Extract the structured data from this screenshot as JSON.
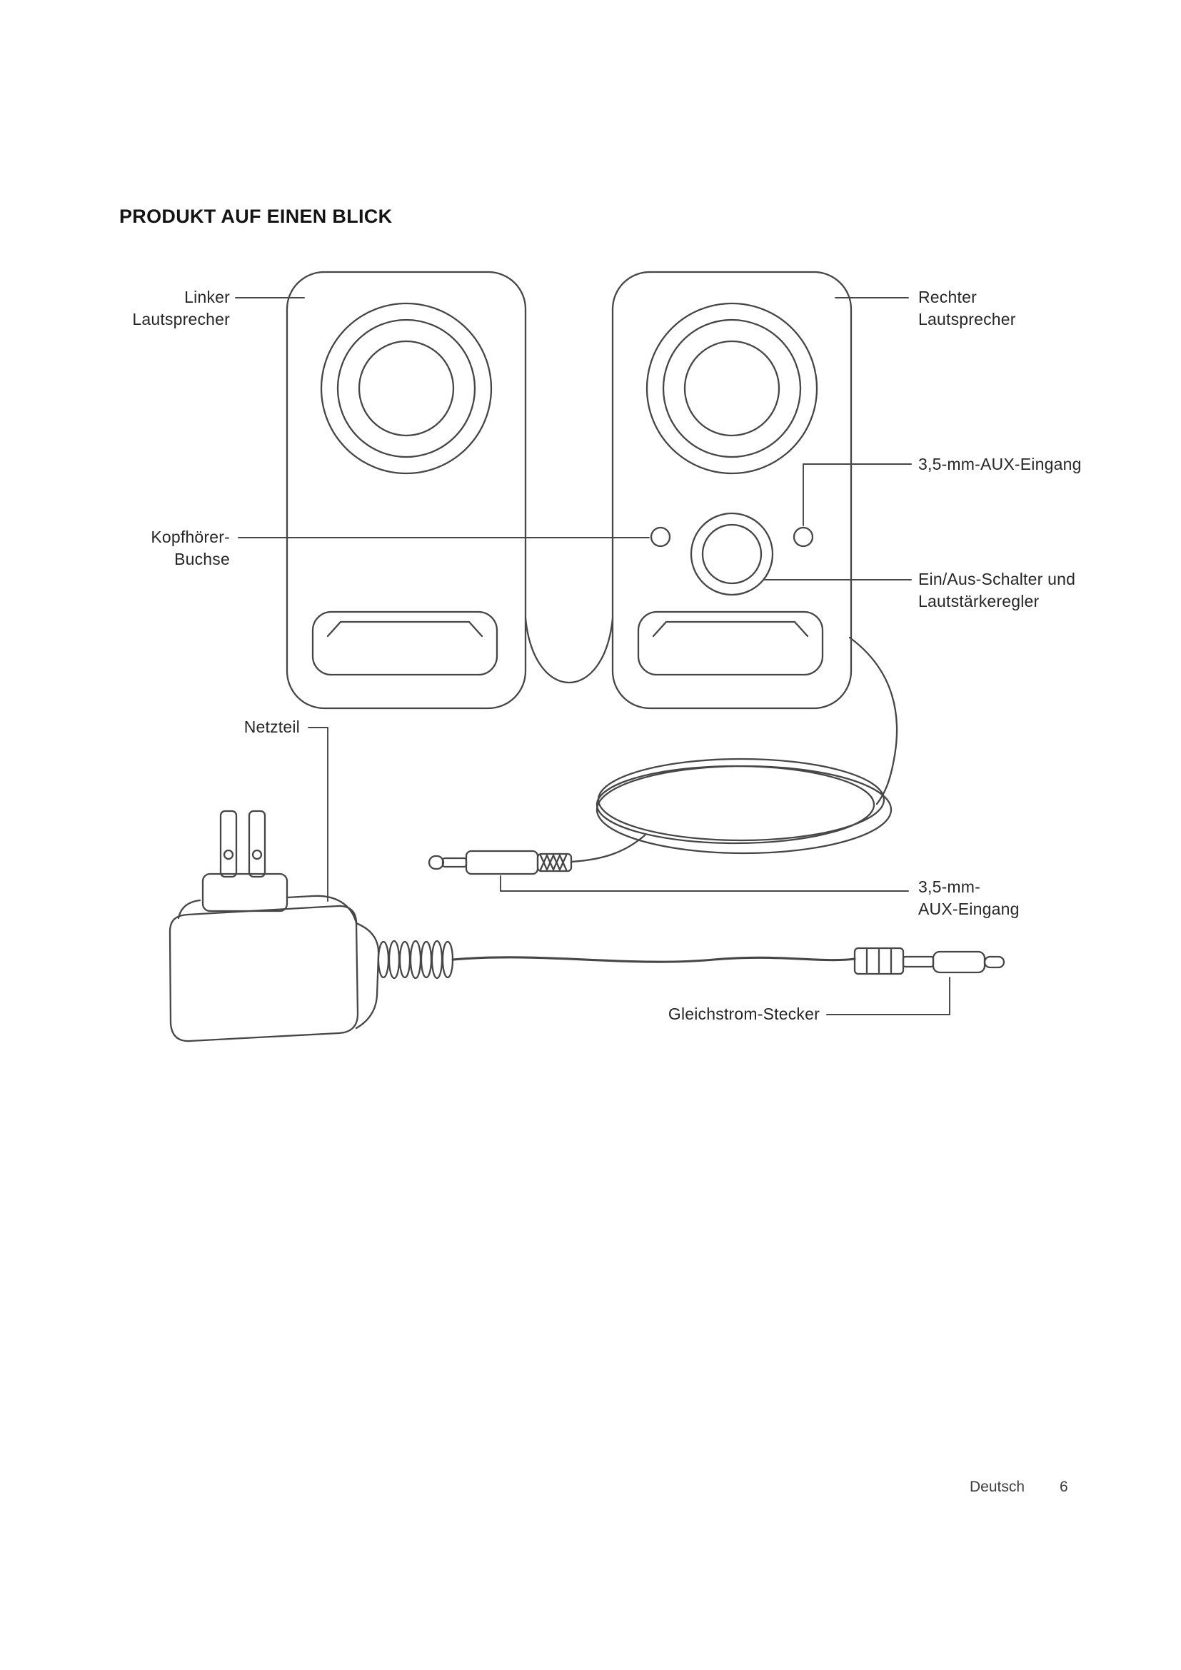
{
  "page": {
    "title": "PRODUKT AUF EINEN BLICK",
    "footer": {
      "language": "Deutsch",
      "page_number": "6"
    }
  },
  "labels": {
    "left_speaker": "Linker\nLautsprecher",
    "right_speaker": "Rechter\nLautsprecher",
    "aux_input_speaker": "3,5-mm-AUX-Eingang",
    "headphone_jack": "Kopfhörer-\nBuchse",
    "power_volume": "Ein/Aus-Schalter und\nLautstärkeregler",
    "power_adapter": "Netzteil",
    "aux_plug": "3,5-mm-\nAUX-Eingang",
    "dc_plug": "Gleichstrom-Stecker"
  }
}
